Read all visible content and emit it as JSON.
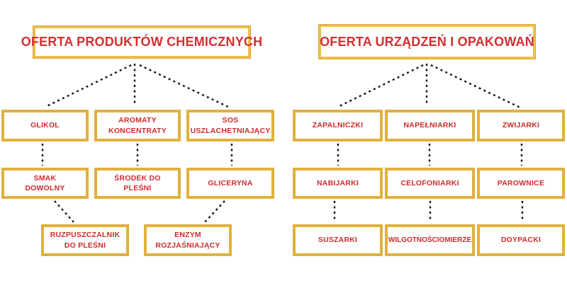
{
  "diagram": {
    "colors": {
      "node_border_gold": "#e0b13c",
      "title_border_gold": "#eac04a",
      "text_red": "#cf2b2b",
      "connector_black": "#141414",
      "background": "#ffffff"
    },
    "left_tree": {
      "title": "OFERTA PRODUKTÓW CHEMICZNYCH",
      "row1": [
        "GLIKOL",
        "AROMATY\nKONCENTRATY",
        "SOS\nUSZLACHETNIAJĄCY"
      ],
      "row2": [
        "SMAK\nDOWOLNY",
        "ŚRODEK DO\nPLEŚNI",
        "GLICERYNA"
      ],
      "row3": [
        "RUZPUSZCZALNIK\nDO PLEŚNI",
        "ENZYM\nROZJAŚNIAJĄCY"
      ]
    },
    "right_tree": {
      "title": "OFERTA URZĄDZEŃ I OPAKOWAŃ",
      "row1": [
        "ZAPALNICZKI",
        "NAPEŁNIARKI",
        "ZWIJARKI"
      ],
      "row2": [
        "NABIJARKI",
        "CELOFONIARKI",
        "PAROWNICE"
      ],
      "row3": [
        "SUSZARKI",
        "WILGOTNOŚCIOMIERZE",
        "DOYPACKI"
      ]
    }
  }
}
